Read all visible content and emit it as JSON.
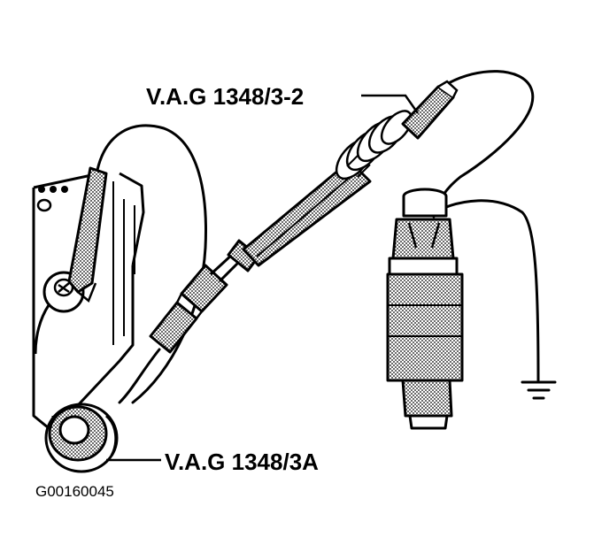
{
  "labels": {
    "top_tool": "V.A.G 1348/3-2",
    "bottom_tool": "V.A.G 1348/3A"
  },
  "figure_id": "G00160045",
  "colors": {
    "ink": "#000000",
    "paper": "#ffffff"
  }
}
